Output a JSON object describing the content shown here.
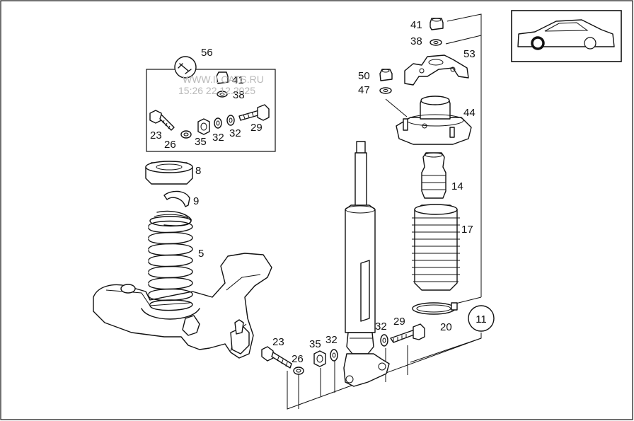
{
  "watermark": {
    "site": "WWW.ILCATS.RU",
    "timestamp": "15:26 22.12.2025"
  },
  "vehicle_icon": "car-side-icon",
  "page_ref": "11",
  "labels": {
    "p41_top": "41",
    "p38_top": "38",
    "p53": "53",
    "p50": "50",
    "p47": "47",
    "p44": "44",
    "p14": "14",
    "p17": "17",
    "p20": "20",
    "p29_right": "29",
    "p32_right": "32",
    "p23_bottom": "23",
    "p26_bottom": "26",
    "p35_bottom": "35",
    "p32_bottom": "32",
    "p56": "56",
    "p41_inset": "41",
    "p38_inset": "38",
    "p23_inset": "23",
    "p26_inset": "26",
    "p35_inset": "35",
    "p32_inset_a": "32",
    "p32_inset_b": "32",
    "p29_inset": "29",
    "p8": "8",
    "p9": "9",
    "p5": "5"
  }
}
